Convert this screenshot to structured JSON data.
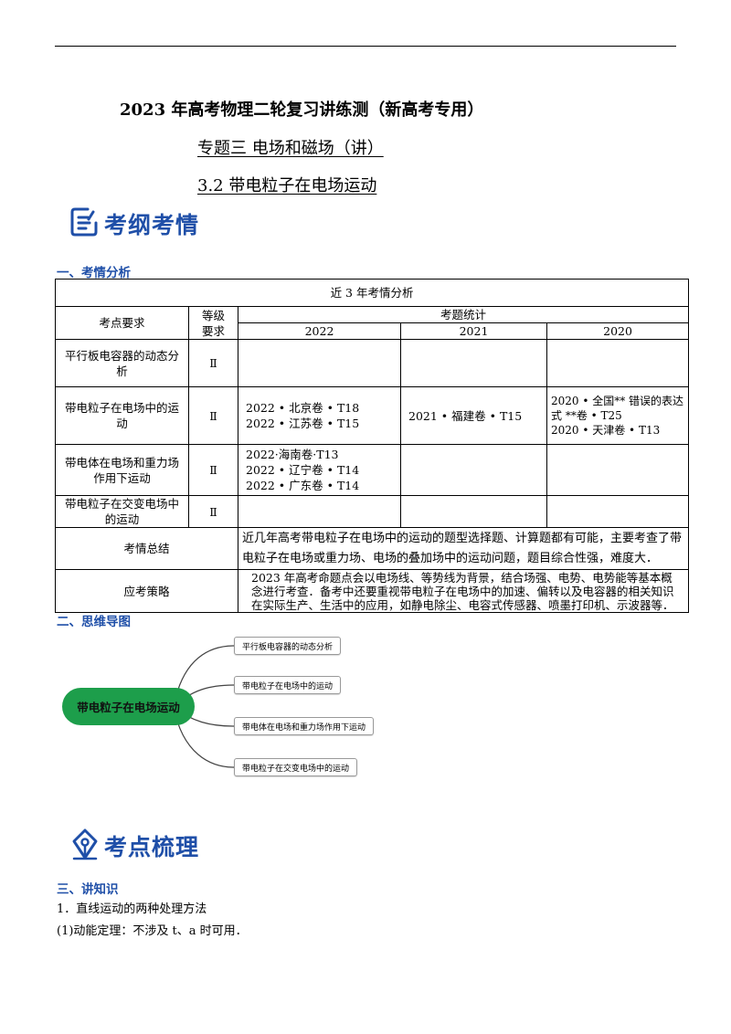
{
  "header": {
    "title": "2023 年高考物理二轮复习讲练测（新高考专用）",
    "subtitle": "专题三  电场和磁场（讲）",
    "section": "3.2  带电粒子在电场运动"
  },
  "banner1": {
    "label": "考纲考情",
    "icon": "document-list-icon",
    "color": "#1f4fa8"
  },
  "section1": {
    "heading": "一、考情分析"
  },
  "table": {
    "caption": "近 3 年考情分析",
    "col_point": "考点要求",
    "col_level": "等级要求",
    "col_stats": "考题统计",
    "years": [
      "2022",
      "2021",
      "2020"
    ],
    "rows": [
      {
        "topic": "平行板电容器的动态分析",
        "level": "Ⅱ",
        "y2022": [],
        "y2021": [],
        "y2020": []
      },
      {
        "topic": "带电粒子在电场中的运动",
        "level": "Ⅱ",
        "y2022": [
          "2022 • 北京卷 • T18",
          "2022 • 江苏卷 • T15"
        ],
        "y2021": [
          "2021 • 福建卷 • T15"
        ],
        "y2020": [
          "2020 • 全国** 错误的表达式 **卷 • T25",
          "2020 • 天津卷 • T13"
        ]
      },
      {
        "topic": "带电体在电场和重力场作用下运动",
        "level": "Ⅱ",
        "y2022": [
          "2022·海南卷·T13",
          "2022 • 辽宁卷 • T14",
          "2022 • 广东卷 • T14"
        ],
        "y2021": [],
        "y2020": []
      },
      {
        "topic": "带电粒子在交变电场中的运动",
        "level": "Ⅱ",
        "y2022": [],
        "y2021": [],
        "y2020": []
      }
    ],
    "summary_label": "考情总结",
    "summary_text": "近几年高考带电粒子在电场中的运动的题型选择题、计算题都有可能，主要考查了带电粒子在电场或重力场、电场的叠加场中的运动问题，题目综合性强，难度大．",
    "strategy_label": "应考策略",
    "strategy_text": "2023 年高考命题点会以电场线、等势线为背景，结合场强、电势、电势能等基本概念进行考查．备考中还要重视带电粒子在电场中的加速、偏转以及电容器的相关知识在实际生产、生活中的应用，如静电除尘、电容式传感器、喷墨打印机、示波器等．"
  },
  "section2": {
    "heading": "二、思维导图"
  },
  "mindmap": {
    "root": "带电粒子在电场运动",
    "root_color": "#1d9e4b",
    "branches": [
      "平行板电容器的动态分析",
      "带电粒子在电场中的运动",
      "带电体在电场和重力场作用下运动",
      "带电粒子在交变电场中的运动"
    ]
  },
  "banner2": {
    "label": "考点梳理",
    "icon": "pen-nib-icon",
    "color": "#1f4fa8"
  },
  "section3": {
    "heading": "三、讲知识",
    "line1": "1．直线运动的两种处理方法",
    "line2": "(1)动能定理：不涉及 t、a 时可用．"
  }
}
